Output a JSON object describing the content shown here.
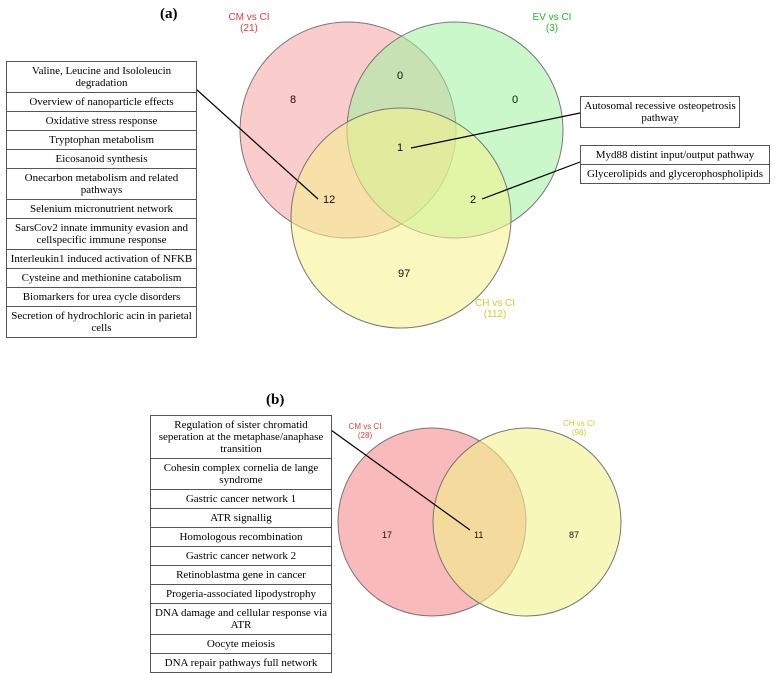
{
  "panel_a": {
    "label": "(a)",
    "sets": {
      "cm": {
        "name": "CM vs CI",
        "total": "(21)",
        "color": "#e23b3b"
      },
      "ev": {
        "name": "EV vs CI",
        "total": "(3)",
        "color": "#22b822"
      },
      "ch": {
        "name": "CH vs CI",
        "total": "(112)",
        "color": "#d8c92a"
      }
    },
    "counts": {
      "cm_only": "8",
      "cm_ev": "0",
      "ev_only": "0",
      "all": "1",
      "cm_ch": "12",
      "ev_ch": "2",
      "ch_only": "97"
    },
    "left_list": [
      "Valine, Leucine and Isololeucin degradation",
      "Overview of nanoparticle effects",
      "Oxidative stress response",
      "Tryptophan metabolism",
      "Eicosanoid synthesis",
      "Onecarbon metabolism and related pathways",
      "Selenium micronutrient network",
      "SarsCov2 innate immunity evasion and cellspecific immune response",
      "Interleukin1 induced activation of NFKB",
      "Cysteine and methionine catabolism",
      "Biomarkers for urea cycle disorders",
      "Secretion of hydrochloric acin in parietal cells"
    ],
    "right_top": [
      "Autosomal recessive osteopetrosis pathway"
    ],
    "right_bottom": [
      "Myd88 distint input/output pathway",
      "Glycerolipids and glycerophospholipids"
    ]
  },
  "panel_b": {
    "label": "(b)",
    "sets": {
      "cm": {
        "name": "CM vs CI",
        "total": "(28)",
        "color": "#e23b3b"
      },
      "ch": {
        "name": "CH vs CI",
        "total": "(98)",
        "color": "#d8c92a"
      }
    },
    "counts": {
      "cm_only": "17",
      "both": "11",
      "ch_only": "87"
    },
    "list": [
      "Regulation of sister chromatid seperation at the metaphase/anaphase transition",
      "Cohesin complex cornelia de lange syndrome",
      "Gastric cancer network 1",
      "ATR signallig",
      "Homologous recombination",
      "Gastric cancer network 2",
      "Retinoblastma gene in cancer",
      "Progeria-associated lipodystrophy",
      "DNA damage and cellular response via ATR",
      "Oocyte meiosis",
      "DNA repair pathways full network"
    ]
  }
}
